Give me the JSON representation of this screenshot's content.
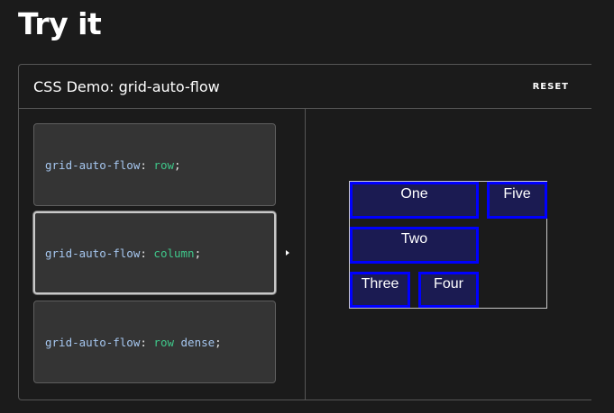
{
  "page": {
    "title": "Try it"
  },
  "demo": {
    "title": "CSS Demo: grid-auto-flow",
    "reset_label": "RESET"
  },
  "choices": [
    {
      "property": "grid-auto-flow",
      "colon": ": ",
      "value": "row",
      "extra": "",
      "semicolon": ";"
    },
    {
      "property": "grid-auto-flow",
      "colon": ": ",
      "value": "column",
      "extra": "",
      "semicolon": ";"
    },
    {
      "property": "grid-auto-flow",
      "colon": ": ",
      "value": "row",
      "extra": " dense",
      "semicolon": ";"
    }
  ],
  "selected_choice_index": 1,
  "output": {
    "items": [
      "One",
      "Two",
      "Three",
      "Four",
      "Five"
    ]
  },
  "colors": {
    "background": "#1b1b1b",
    "item_border": "#0000ff",
    "item_background": "#1b1b52",
    "value_accent": "#3fc78a"
  }
}
